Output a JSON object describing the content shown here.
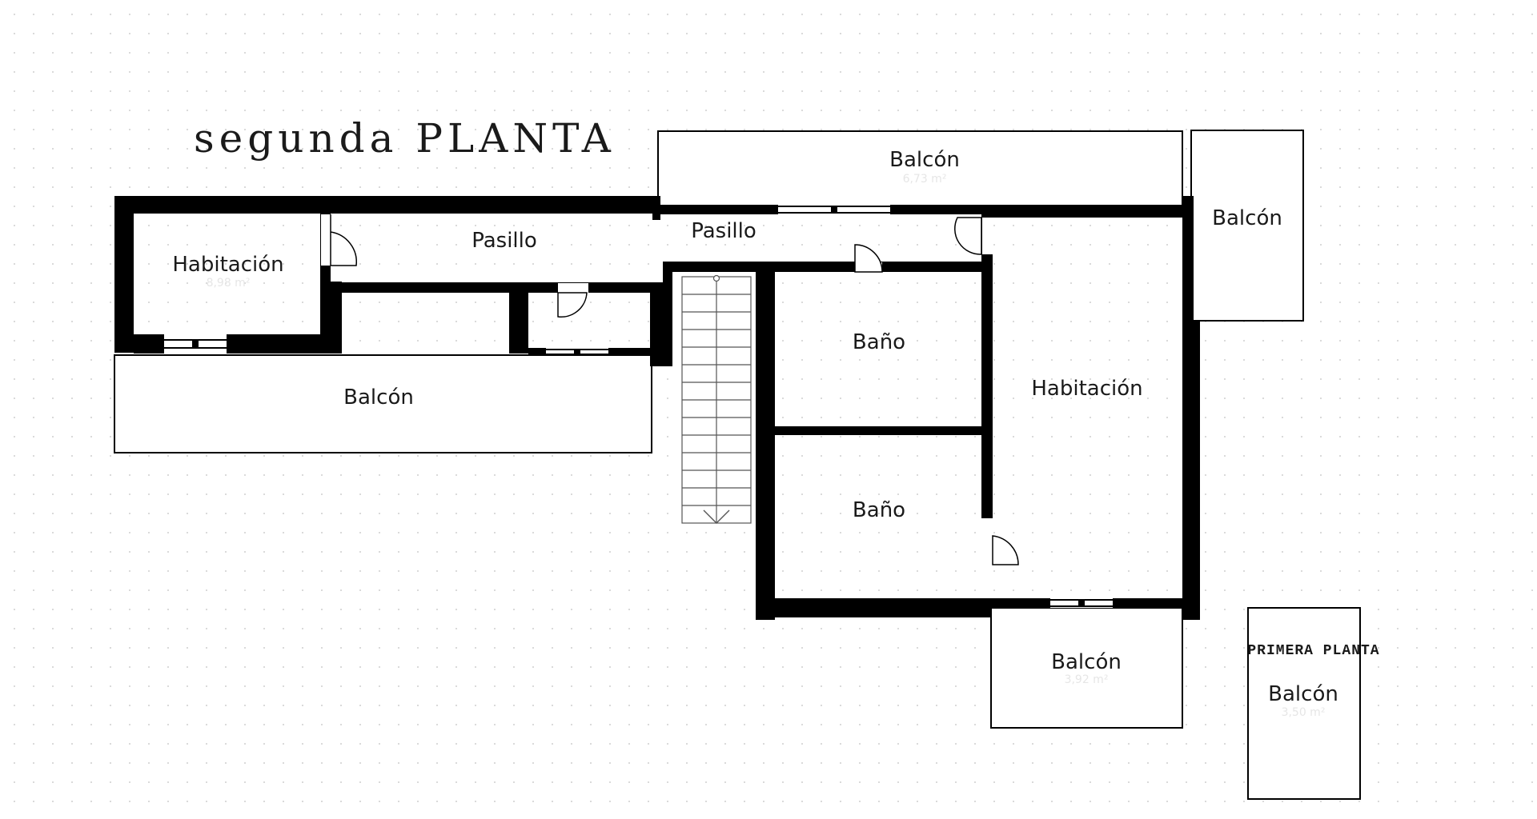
{
  "titles": {
    "main": "segunda  PLANTA",
    "secondary": "PRIMERA PLANTA"
  },
  "rooms": {
    "habitacion_left": {
      "name": "Habitación",
      "area": "8,98 m²"
    },
    "pasillo_left": {
      "name": "Pasillo"
    },
    "pasillo_right": {
      "name": "Pasillo"
    },
    "balcon_top": {
      "name": "Balcón",
      "area": "6,73 m²"
    },
    "balcon_top_right": {
      "name": "Balcón"
    },
    "balcon_left": {
      "name": "Balcón"
    },
    "bano_upper": {
      "name": "Baño"
    },
    "bano_lower": {
      "name": "Baño"
    },
    "habitacion_right": {
      "name": "Habitación"
    },
    "balcon_bottom": {
      "name": "Balcón",
      "area": "3,92 m²"
    },
    "balcon_primera": {
      "name": "Balcón",
      "area": "3,50 m²"
    }
  },
  "colors": {
    "wall": "#000000",
    "text": "#1a1a1a",
    "background": "#ffffff"
  }
}
